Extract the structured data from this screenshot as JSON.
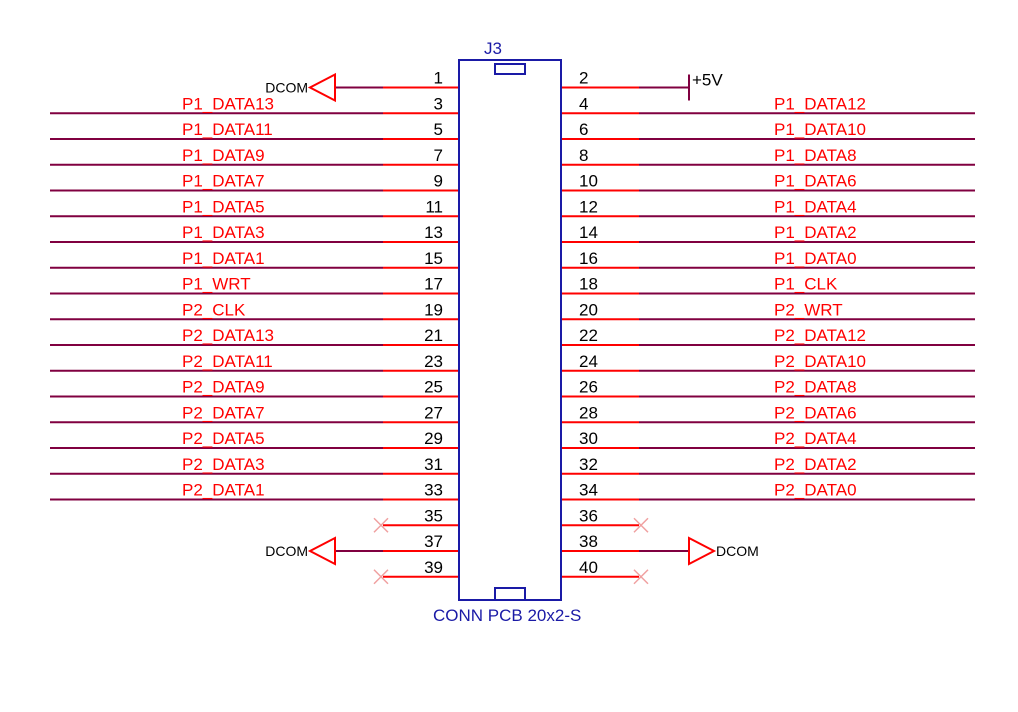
{
  "component": {
    "designator": "J3",
    "part_name": "CONN PCB 20x2-S"
  },
  "pins": [
    {
      "num": "1",
      "net": "DCOM",
      "kind": "ground"
    },
    {
      "num": "2",
      "net": "+5V",
      "kind": "power"
    },
    {
      "num": "3",
      "net": "P1_DATA13",
      "kind": "net"
    },
    {
      "num": "4",
      "net": "P1_DATA12",
      "kind": "net"
    },
    {
      "num": "5",
      "net": "P1_DATA11",
      "kind": "net"
    },
    {
      "num": "6",
      "net": "P1_DATA10",
      "kind": "net"
    },
    {
      "num": "7",
      "net": "P1_DATA9",
      "kind": "net"
    },
    {
      "num": "8",
      "net": "P1_DATA8",
      "kind": "net"
    },
    {
      "num": "9",
      "net": "P1_DATA7",
      "kind": "net"
    },
    {
      "num": "10",
      "net": "P1_DATA6",
      "kind": "net"
    },
    {
      "num": "11",
      "net": "P1_DATA5",
      "kind": "net"
    },
    {
      "num": "12",
      "net": "P1_DATA4",
      "kind": "net"
    },
    {
      "num": "13",
      "net": "P1_DATA3",
      "kind": "net"
    },
    {
      "num": "14",
      "net": "P1_DATA2",
      "kind": "net"
    },
    {
      "num": "15",
      "net": "P1_DATA1",
      "kind": "net"
    },
    {
      "num": "16",
      "net": "P1_DATA0",
      "kind": "net"
    },
    {
      "num": "17",
      "net": "P1_WRT",
      "kind": "net"
    },
    {
      "num": "18",
      "net": "P1_CLK",
      "kind": "net"
    },
    {
      "num": "19",
      "net": "P2_CLK",
      "kind": "net"
    },
    {
      "num": "20",
      "net": "P2_WRT",
      "kind": "net"
    },
    {
      "num": "21",
      "net": "P2_DATA13",
      "kind": "net"
    },
    {
      "num": "22",
      "net": "P2_DATA12",
      "kind": "net"
    },
    {
      "num": "23",
      "net": "P2_DATA11",
      "kind": "net"
    },
    {
      "num": "24",
      "net": "P2_DATA10",
      "kind": "net"
    },
    {
      "num": "25",
      "net": "P2_DATA9",
      "kind": "net"
    },
    {
      "num": "26",
      "net": "P2_DATA8",
      "kind": "net"
    },
    {
      "num": "27",
      "net": "P2_DATA7",
      "kind": "net"
    },
    {
      "num": "28",
      "net": "P2_DATA6",
      "kind": "net"
    },
    {
      "num": "29",
      "net": "P2_DATA5",
      "kind": "net"
    },
    {
      "num": "30",
      "net": "P2_DATA4",
      "kind": "net"
    },
    {
      "num": "31",
      "net": "P2_DATA3",
      "kind": "net"
    },
    {
      "num": "32",
      "net": "P2_DATA2",
      "kind": "net"
    },
    {
      "num": "33",
      "net": "P2_DATA1",
      "kind": "net"
    },
    {
      "num": "34",
      "net": "P2_DATA0",
      "kind": "net"
    },
    {
      "num": "35",
      "net": "",
      "kind": "nc"
    },
    {
      "num": "36",
      "net": "",
      "kind": "nc"
    },
    {
      "num": "37",
      "net": "DCOM",
      "kind": "ground"
    },
    {
      "num": "38",
      "net": "DCOM",
      "kind": "ground"
    },
    {
      "num": "39",
      "net": "",
      "kind": "nc"
    },
    {
      "num": "40",
      "net": "",
      "kind": "nc"
    }
  ],
  "colors": {
    "body": "#1a1aa6",
    "pin": "#ff0000",
    "wire": "#800040",
    "net_label": "#ff0000",
    "pin_number": "#000000",
    "power_symbol": "#ff0000",
    "no_connect": "#f0a0a0"
  }
}
